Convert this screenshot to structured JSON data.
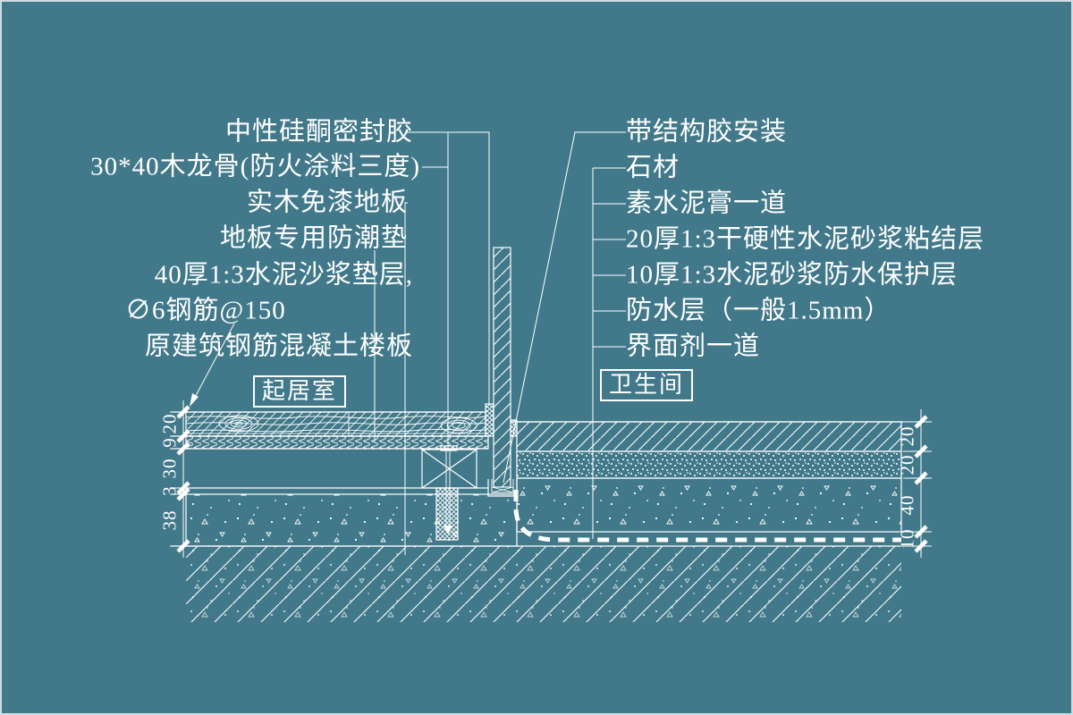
{
  "drawing": {
    "title_context": "floor-transition-construction-detail",
    "colors": {
      "background": "#42798a",
      "line": "#ffffff"
    },
    "left_labels": [
      "中性硅酮密封胶",
      "30*40木龙骨(防火涂料三度)",
      "实木免漆地板",
      "地板专用防潮垫",
      "40厚1:3水泥沙浆垫层,",
      "∅6钢筋@150",
      "原建筑钢筋混凝土楼板"
    ],
    "right_labels": [
      "带结构胶安装",
      "石材",
      "素水泥膏一道",
      "20厚1:3干硬性水泥砂浆粘结层",
      "10厚1:3水泥砂浆防水保护层",
      "防水层（一般1.5mm）",
      "界面剂一道"
    ],
    "rooms": {
      "left": "起居室",
      "right": "卫生间"
    },
    "dimensions": {
      "left": [
        "20",
        "9",
        "30",
        "3",
        "38"
      ],
      "right": [
        "20",
        "20",
        "40",
        "10"
      ]
    }
  }
}
